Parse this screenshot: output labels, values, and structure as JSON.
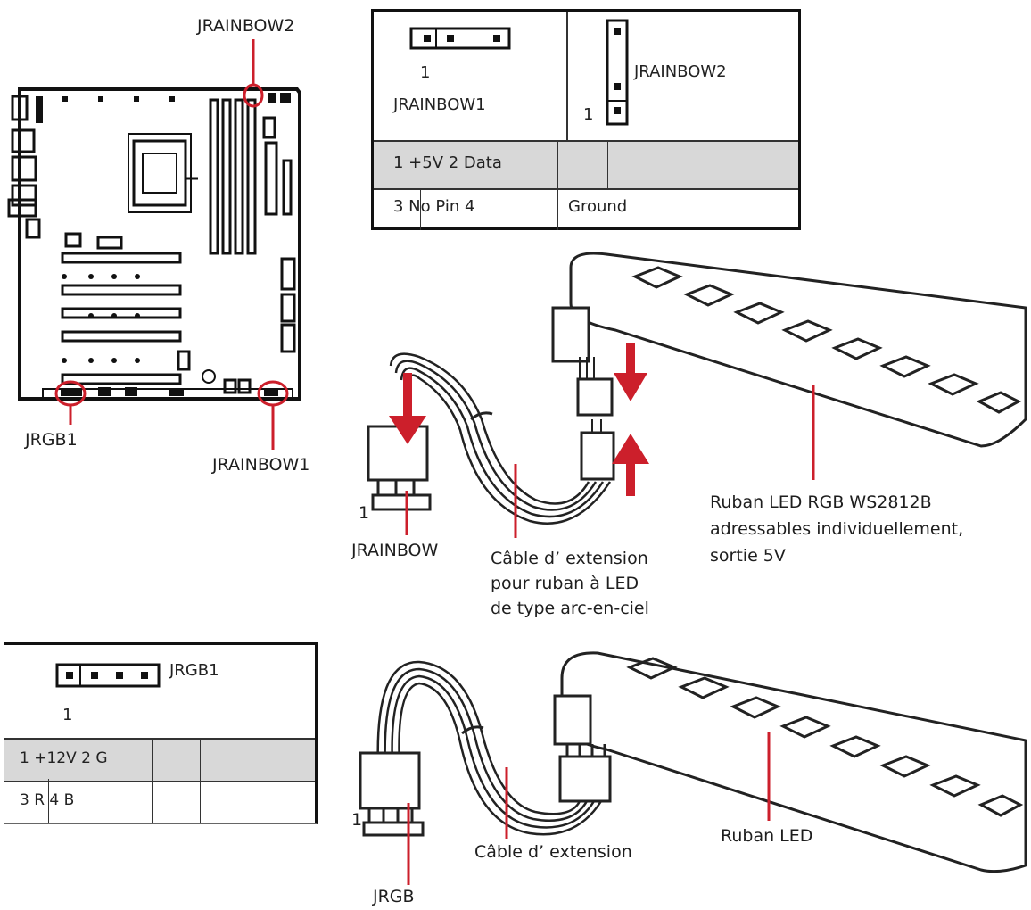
{
  "board": {
    "callout_top": "JRAINBOW2",
    "callout_bottom_left": "JRGB1",
    "callout_bottom_right": "JRAINBOW1",
    "accent_color": "#cc1f2b"
  },
  "rainbow_table": {
    "jrainbow1_pin": "1",
    "jrainbow1_name": "JRAINBOW1",
    "jrainbow2_name": "JRAINBOW2",
    "jrainbow2_pin": "1",
    "rows": [
      [
        "1 +5V 2 Data",
        ""
      ],
      [
        "3 No Pin 4",
        "Ground"
      ]
    ]
  },
  "rgb_table": {
    "name": "JRGB1",
    "pin": "1",
    "rows": [
      [
        "1 +12V 2 G",
        ""
      ],
      [
        "3 R 4 B",
        ""
      ]
    ]
  },
  "rainbow_diagram": {
    "connector_label": "JRAINBOW",
    "pin_label": "1",
    "cable_label": [
      "Câble d’ extension",
      "pour ruban à LED",
      "de type arc-en-ciel"
    ],
    "strip_label": [
      "Ruban LED RGB WS2812B",
      "adressables individuellement,",
      "sortie 5V"
    ]
  },
  "rgb_diagram": {
    "connector_label": "JRGB",
    "pin_label": "1",
    "cable_label": "Câble d’ extension",
    "strip_label": "Ruban LED"
  },
  "icons": [
    "motherboard-icon",
    "header-3pin-icon",
    "header-4pin-icon",
    "connector-icon",
    "arrow-down-icon",
    "arrow-up-icon",
    "led-strip-icon",
    "cable-icon"
  ]
}
